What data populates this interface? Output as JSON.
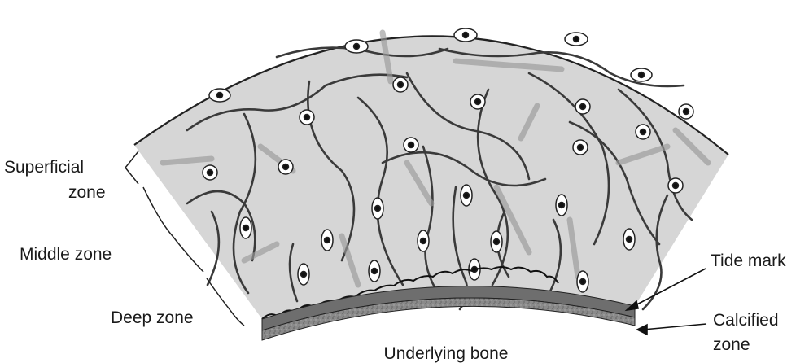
{
  "labels": {
    "superficial_line1": "Superficial",
    "superficial_line2": "zone",
    "middle": "Middle zone",
    "deep": "Deep zone",
    "tide_mark": "Tide mark",
    "calcified_line1": "Calcified",
    "calcified_line2": "zone",
    "bone": "Underlying bone"
  },
  "colors": {
    "cartilage_fill": "#d6d6d6",
    "outline": "#222222",
    "bone_fill": "#7d7d7d",
    "fibril": "#3a3a3a",
    "cell_fill": "#ffffff"
  }
}
